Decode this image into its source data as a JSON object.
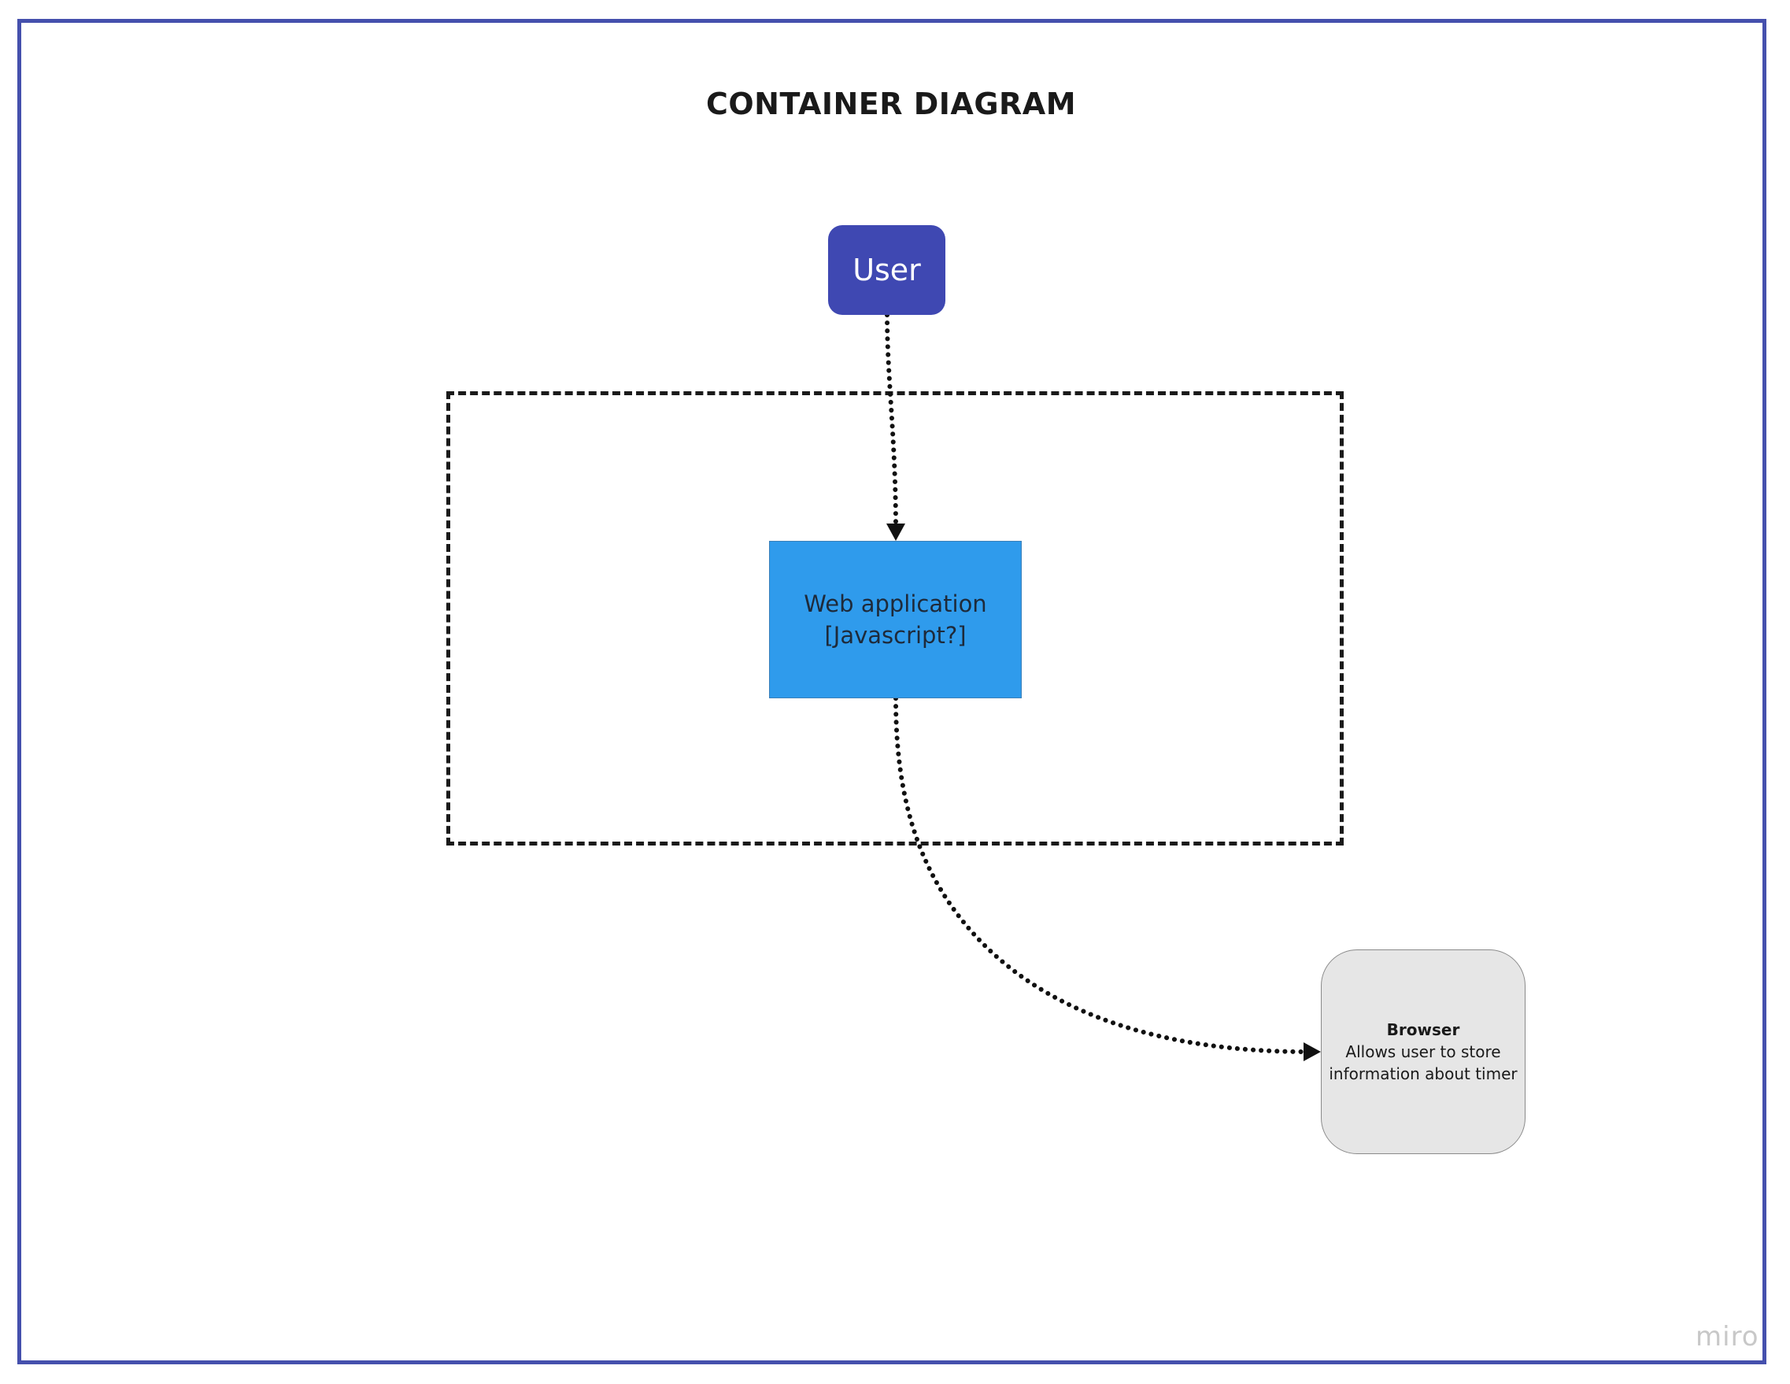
{
  "diagram": {
    "title": "CONTAINER DIAGRAM",
    "nodes": {
      "user": {
        "label": "User",
        "color": "#3f48b2"
      },
      "webapp": {
        "line1": "Web application",
        "line2": "[Javascript?]",
        "color": "#2f9bec"
      },
      "browser": {
        "title": "Browser",
        "line1": "Allows user to store",
        "line2": "information about timer",
        "color": "#e6e6e6"
      }
    },
    "boundary": {
      "style": "dashed",
      "color": "#1a1a1a"
    },
    "edges": [
      {
        "from": "user",
        "to": "webapp",
        "style": "dotted"
      },
      {
        "from": "webapp",
        "to": "browser",
        "style": "dotted"
      }
    ],
    "frame_color": "#4550ad"
  },
  "watermark": "miro"
}
